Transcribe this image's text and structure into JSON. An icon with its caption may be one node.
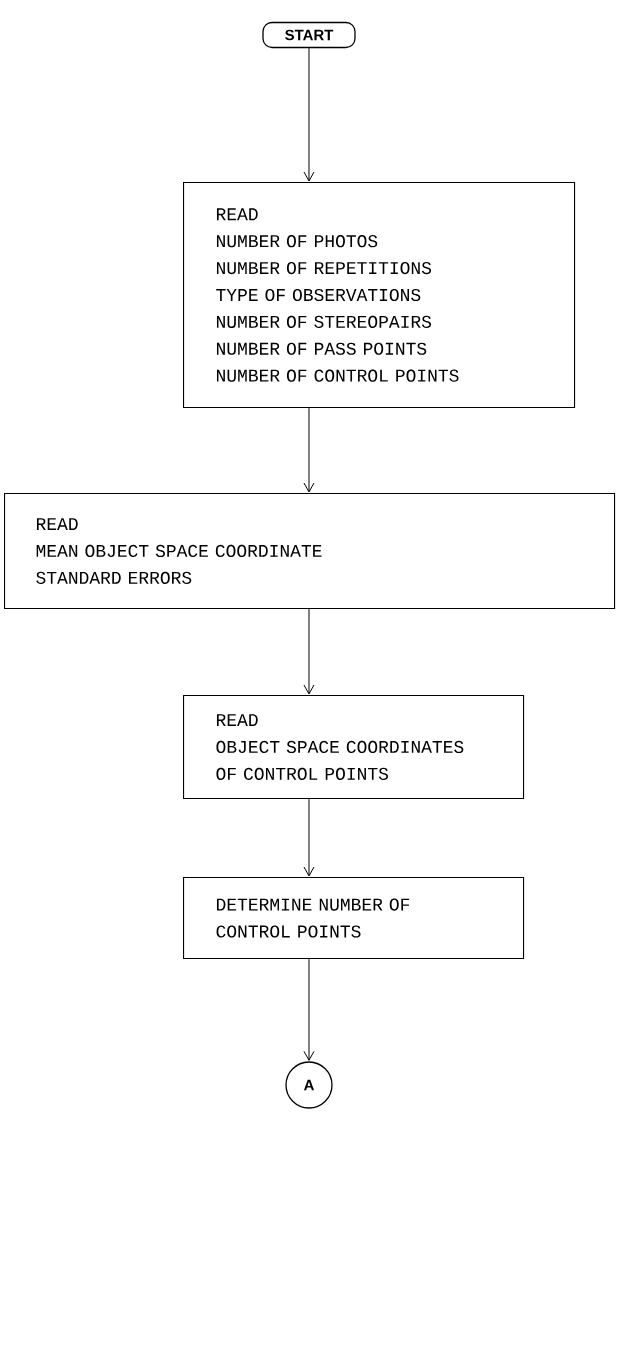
{
  "diagram": {
    "nodes": [
      {
        "text": [
          "START"
        ]
      },
      {
        "text": [
          "READ",
          "NUMBER OF PHOTOS",
          "NUMBER OF REPETITIONS",
          "TYPE OF OBSERVATIONS",
          "NUMBER OF STEREOPAIRS",
          "NUMBER OF PASS POINTS",
          "NUMBER OF CONTROL POINTS"
        ]
      },
      {
        "text": [
          "READ",
          "MEAN OBJECT SPACE COORDINATE",
          "STANDARD ERRORS"
        ]
      },
      {
        "text": [
          "READ",
          "OBJECT SPACE COORDINATES OF CONTROL POINTS"
        ]
      },
      {
        "text": [
          "DETERMINE NUMBER OF CONTROL POINTS"
        ]
      },
      {
        "text": [
          "A"
        ]
      }
    ],
    "edges": [
      {
        "from": 0,
        "to": 1,
        "arrow": "to"
      },
      {
        "from": 1,
        "to": 2,
        "arrow": "to"
      },
      {
        "from": 2,
        "to": 3,
        "arrow": "to"
      },
      {
        "from": 3,
        "to": 4,
        "arrow": "to"
      },
      {
        "from": 4,
        "to": 5,
        "arrow": "to"
      }
    ]
  }
}
